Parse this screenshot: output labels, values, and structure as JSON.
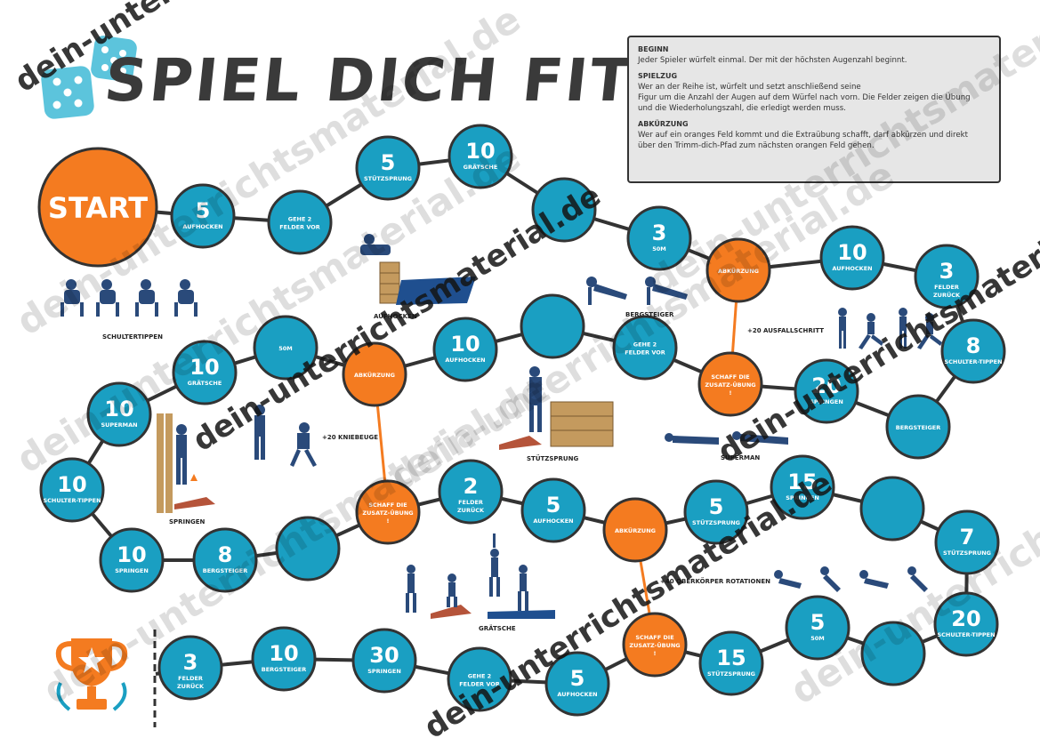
{
  "title": "SPIEL DICH FIT!",
  "colors": {
    "field": "#1a9fc2",
    "special": "#f47b20",
    "text": "#333333"
  },
  "rules": {
    "begin_title": "BEGINN",
    "begin_text": "Jeder Spieler würfelt einmal. Der mit der höchsten Augenzahl beginnt.",
    "play_title": "SPIELZUG",
    "play_text_1": "Wer an der Reihe ist, würfelt und setzt anschließend seine",
    "play_text_2": "Figur um die Anzahl der Augen auf dem Würfel nach vorn. Die Felder zeigen die Übung",
    "play_text_3": "und die Wiederholungszahl, die erledigt werden muss.",
    "short_title": "ABKÜRZUNG",
    "short_text_1": "Wer auf ein oranges Feld kommt und die Extraübung schafft, darf abkürzen und direkt",
    "short_text_2": "über den Trimm-dich-Pfad zum nächsten orangen Feld gehen."
  },
  "start_label": "START",
  "fields": [
    {
      "n": "5",
      "label": "AUFHOCKEN",
      "type": "blue"
    },
    {
      "n": "",
      "label": "GEHE 2 FELDER VOR",
      "type": "blue"
    },
    {
      "n": "5",
      "label": "STÜTZSPRUNG",
      "type": "blue"
    },
    {
      "n": "10",
      "label": "GRÄTSCHE",
      "type": "blue"
    },
    {
      "n": "",
      "label": "",
      "type": "blue"
    },
    {
      "n": "3",
      "label": "50M",
      "type": "blue"
    },
    {
      "n": "",
      "label": "ABKÜRZUNG",
      "type": "orange"
    },
    {
      "n": "10",
      "label": "AUFHOCKEN",
      "type": "blue"
    },
    {
      "n": "3",
      "label": "FELDER ZURÜCK",
      "type": "blue"
    },
    {
      "n": "8",
      "label": "SCHULTER-TIPPEN",
      "type": "blue"
    },
    {
      "n": "",
      "label": "BERGSTEIGER",
      "type": "blue"
    },
    {
      "n": "20",
      "label": "SPRINGEN",
      "type": "blue"
    },
    {
      "n": "",
      "label": "SCHAFF DIE ZUSATZ-ÜBUNG !",
      "type": "orange"
    },
    {
      "n": "",
      "label": "GEHE 2 FELDER VOR",
      "type": "blue"
    },
    {
      "n": "",
      "label": "",
      "type": "blue"
    },
    {
      "n": "10",
      "label": "AUFHOCKEN",
      "type": "blue"
    },
    {
      "n": "",
      "label": "ABKÜRZUNG",
      "type": "orange"
    },
    {
      "n": "",
      "label": "50M",
      "type": "blue"
    },
    {
      "n": "10",
      "label": "GRÄTSCHE",
      "type": "blue"
    },
    {
      "n": "10",
      "label": "SUPERMAN",
      "type": "blue"
    },
    {
      "n": "10",
      "label": "SCHULTER-TIPPEN",
      "type": "blue"
    },
    {
      "n": "10",
      "label": "SPRINGEN",
      "type": "blue"
    },
    {
      "n": "8",
      "label": "BERGSTEIGER",
      "type": "blue"
    },
    {
      "n": "",
      "label": "",
      "type": "blue"
    },
    {
      "n": "",
      "label": "SCHAFF DIE ZUSATZ-ÜBUNG !",
      "type": "orange"
    },
    {
      "n": "2",
      "label": "FELDER ZURÜCK",
      "type": "blue"
    },
    {
      "n": "5",
      "label": "AUFHOCKEN",
      "type": "blue"
    },
    {
      "n": "",
      "label": "ABKÜRZUNG",
      "type": "orange"
    },
    {
      "n": "5",
      "label": "STÜTZSPRUNG",
      "type": "blue"
    },
    {
      "n": "15",
      "label": "SPRINGEN",
      "type": "blue"
    },
    {
      "n": "",
      "label": "",
      "type": "blue"
    },
    {
      "n": "7",
      "label": "STÜTZSPRUNG",
      "type": "blue"
    },
    {
      "n": "20",
      "label": "SCHULTER-TIPPEN",
      "type": "blue"
    },
    {
      "n": "",
      "label": "",
      "type": "blue"
    },
    {
      "n": "5",
      "label": "50M",
      "type": "blue"
    },
    {
      "n": "15",
      "label": "STÜTZSPRUNG",
      "type": "blue"
    },
    {
      "n": "",
      "label": "SCHAFF DIE ZUSATZ-ÜBUNG !",
      "type": "orange"
    },
    {
      "n": "5",
      "label": "AUFHOCKEN",
      "type": "blue"
    },
    {
      "n": "",
      "label": "GEHE 2 FELDER VOR",
      "type": "blue"
    },
    {
      "n": "30",
      "label": "SPRINGEN",
      "type": "blue"
    },
    {
      "n": "10",
      "label": "BERGSTEIGER",
      "type": "blue"
    },
    {
      "n": "3",
      "label": "FELDER ZURÜCK",
      "type": "blue"
    }
  ],
  "exercise_captions": {
    "schultertippen": "SCHULTERTIPPEN",
    "aufhocken": "AUFHOCKEN",
    "bergsteiger": "BERGSTEIGER",
    "ausfallschritt": "+20 AUSFALLSCHRITT",
    "kniebeuge": "+20 KNIEBEUGE",
    "springen": "SPRINGEN",
    "stuetzsprung": "STÜTZSPRUNG",
    "superman": "SUPERMAN",
    "graetsche": "GRÄTSCHE",
    "rotation": "+40 OBERKÖRPER ROTATIONEN"
  },
  "watermark": "dein-unterrichtsmaterial.de"
}
